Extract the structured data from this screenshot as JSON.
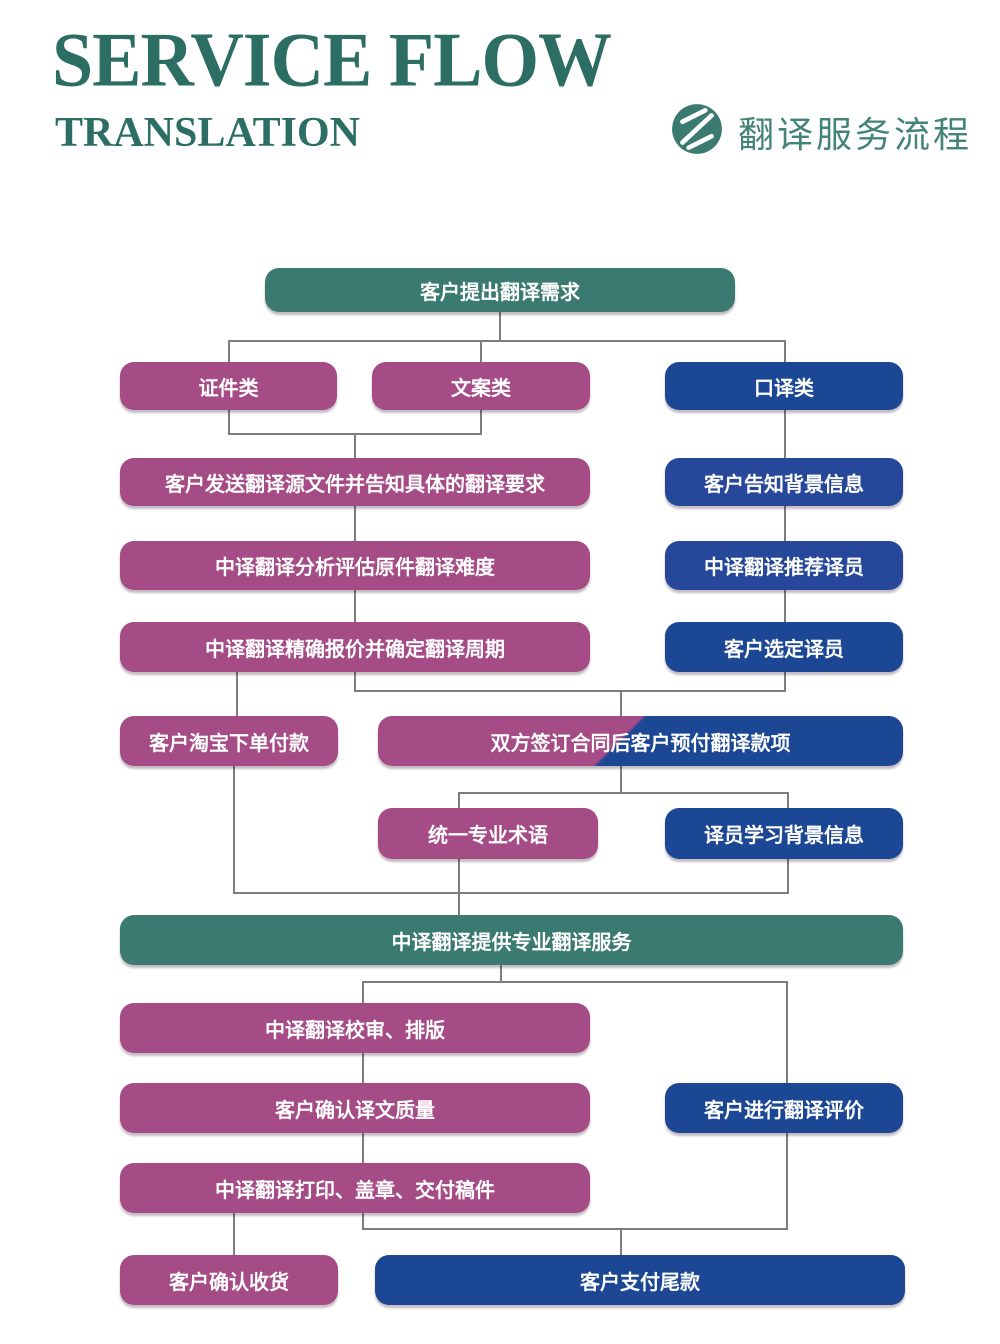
{
  "header": {
    "title": "SERVICE FLOW",
    "subtitle": "TRANSLATION",
    "cn_title": "翻译服务流程",
    "logo_icon": "zhongyi-logo-icon"
  },
  "palette": {
    "teal": "#3b7a71",
    "purple": "#a54b85",
    "blue": "#1c4795",
    "blue_soft": "#27489a",
    "header_text": "#2c6e64",
    "cn_title_text": "#44837a",
    "connector": "#7d7d7d",
    "node_text": "#ffffff"
  },
  "flowchart": {
    "nodes": [
      {
        "id": "n1",
        "label": "客户提出翻译需求",
        "color": "teal"
      },
      {
        "id": "n2",
        "label": "证件类",
        "color": "purple"
      },
      {
        "id": "n3",
        "label": "文案类",
        "color": "purple"
      },
      {
        "id": "n4",
        "label": "口译类",
        "color": "blue"
      },
      {
        "id": "n5",
        "label": "客户发送翻译源文件并告知具体的翻译要求",
        "color": "purple"
      },
      {
        "id": "n6",
        "label": "客户告知背景信息",
        "color": "blue_soft"
      },
      {
        "id": "n7",
        "label": "中译翻译分析评估原件翻译难度",
        "color": "purple"
      },
      {
        "id": "n8",
        "label": "中译翻译推荐译员",
        "color": "blue_soft"
      },
      {
        "id": "n9",
        "label": "中译翻译精确报价并确定翻译周期",
        "color": "purple"
      },
      {
        "id": "n10",
        "label": "客户选定译员",
        "color": "blue"
      },
      {
        "id": "n11",
        "label": "客户淘宝下单付款",
        "color": "purple"
      },
      {
        "id": "n12",
        "label": "双方签订合同后客户预付翻译款项",
        "color": "split_purple_blue"
      },
      {
        "id": "n13",
        "label": "统一专业术语",
        "color": "purple"
      },
      {
        "id": "n14",
        "label": "译员学习背景信息",
        "color": "blue"
      },
      {
        "id": "n15",
        "label": "中译翻译提供专业翻译服务",
        "color": "teal"
      },
      {
        "id": "n16",
        "label": "中译翻译校审、排版",
        "color": "purple"
      },
      {
        "id": "n17",
        "label": "客户确认译文质量",
        "color": "purple"
      },
      {
        "id": "n18",
        "label": "客户进行翻译评价",
        "color": "blue"
      },
      {
        "id": "n19",
        "label": "中译翻译打印、盖章、交付稿件",
        "color": "purple"
      },
      {
        "id": "n20",
        "label": "客户确认收货",
        "color": "purple"
      },
      {
        "id": "n21",
        "label": "客户支付尾款",
        "color": "blue"
      }
    ]
  }
}
